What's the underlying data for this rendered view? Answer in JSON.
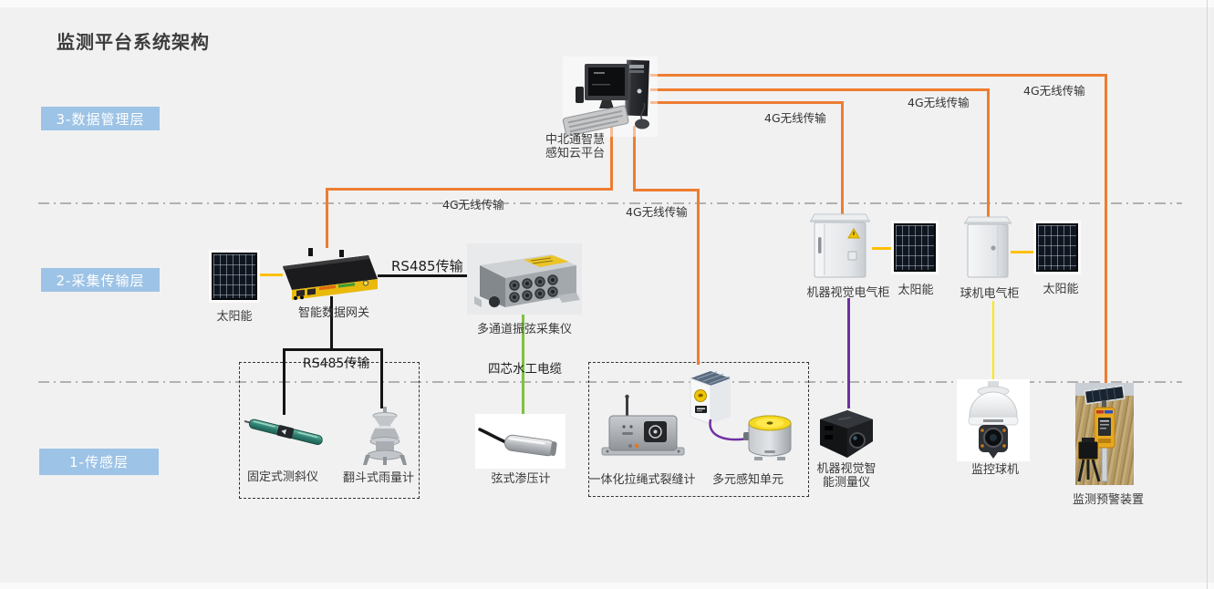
{
  "title": "监测平台系统架构",
  "layers": {
    "l3": "3-数据管理层",
    "l2": "2-采集传输层",
    "l1": "1-传感层"
  },
  "edges": {
    "wireless_to_gateway": "4G无线传输",
    "wireless_to_sensing_unit": "4G无线传输",
    "wireless_to_mv_cabinet": "4G无线传输",
    "wireless_to_dome_cabinet": "4G无线传输",
    "wireless_to_warning_device": "4G无线传输",
    "rs485_gateway_collector": "RS485传输",
    "rs485_gateway_sensors": "RS485传输",
    "hydraulic_cable": "四芯水工电缆"
  },
  "nodes": {
    "cloud_platform": {
      "line1": "中北通智慧",
      "line2": "感知云平台"
    },
    "solar_gateway": {
      "label": "太阳能"
    },
    "smart_gateway": {
      "label": "智能数据网关"
    },
    "vw_collector": {
      "label": "多通道振弦采集仪"
    },
    "mv_cabinet": {
      "label": "机器视觉电气柜"
    },
    "solar_mv": {
      "label": "太阳能"
    },
    "dome_cabinet": {
      "label": "球机电气柜"
    },
    "solar_dome": {
      "label": "太阳能"
    },
    "inclinometer": {
      "label": "固定式测斜仪"
    },
    "rain_gauge": {
      "label": "翻斗式雨量计"
    },
    "piezometer": {
      "label": "弦式渗压计"
    },
    "crack_gauge": {
      "label": "一体化拉绳式裂缝计"
    },
    "sensing_unit": {
      "label": "多元感知单元"
    },
    "mv_instrument": {
      "line1": "机器视觉智",
      "line2": "能测量仪"
    },
    "dome_camera": {
      "label": "监控球机"
    },
    "warning_device": {
      "label": "监测预警装置"
    }
  },
  "colors": {
    "wireless_4g_orange": "#ED7D31",
    "power_yellow": "#FFC000",
    "rs485_black": "#141414",
    "cable_green": "#7DC242",
    "video_purple": "#7030A0",
    "camera_yellow": "#FFE600",
    "layer_chip_blue": "#9DC3E6",
    "background": "#F1F1F2"
  }
}
